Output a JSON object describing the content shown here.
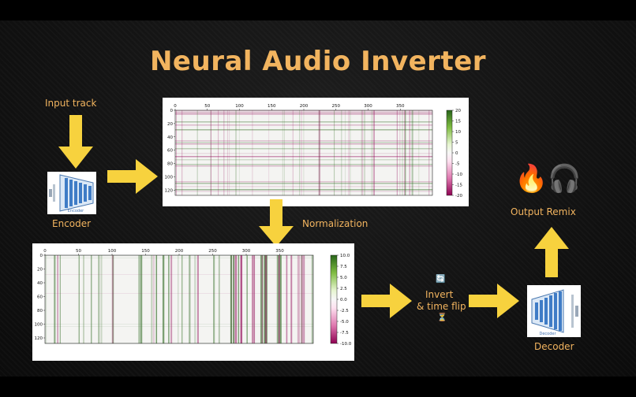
{
  "title": "Neural Audio Inverter",
  "labels": {
    "input_track": "Input track",
    "encoder": "Encoder",
    "normalization": "Normalization",
    "invert_line1": "Invert",
    "invert_line2": "& time flip",
    "decoder": "Decoder",
    "output_remix": "Output Remix"
  },
  "thumbnails": {
    "encoder_caption": "Encoder",
    "decoder_caption": "Decoder"
  },
  "icons": {
    "fire": "🔥",
    "headphones": "🎧",
    "refresh": "🔄",
    "hourglass": "⏳"
  },
  "colors": {
    "accent": "#f2b45f",
    "arrow": "#f7d23e",
    "diverging_pos": "#276419",
    "diverging_neg": "#8e0152"
  },
  "chart_data": [
    {
      "type": "heatmap",
      "xticks": [
        0,
        50,
        100,
        150,
        200,
        250,
        300,
        350
      ],
      "yticks": [
        0,
        20,
        40,
        60,
        80,
        100,
        120
      ],
      "xlim": [
        0,
        400
      ],
      "ylim": [
        0,
        128
      ],
      "colorbar": {
        "ticks": [
          20,
          15,
          10,
          5,
          0,
          -5,
          -10,
          -15,
          -20
        ],
        "range": [
          -20,
          20
        ],
        "colormap": "PiYG"
      }
    },
    {
      "type": "heatmap",
      "xticks": [
        0,
        50,
        100,
        150,
        200,
        250,
        300,
        350
      ],
      "yticks": [
        0,
        20,
        40,
        60,
        80,
        100,
        120
      ],
      "xlim": [
        0,
        400
      ],
      "ylim": [
        0,
        128
      ],
      "colorbar": {
        "ticks": [
          10.0,
          7.5,
          5.0,
          2.5,
          0.0,
          -2.5,
          -5.0,
          -7.5,
          -10.0
        ],
        "range": [
          -10,
          10
        ],
        "colormap": "PiYG"
      }
    }
  ]
}
